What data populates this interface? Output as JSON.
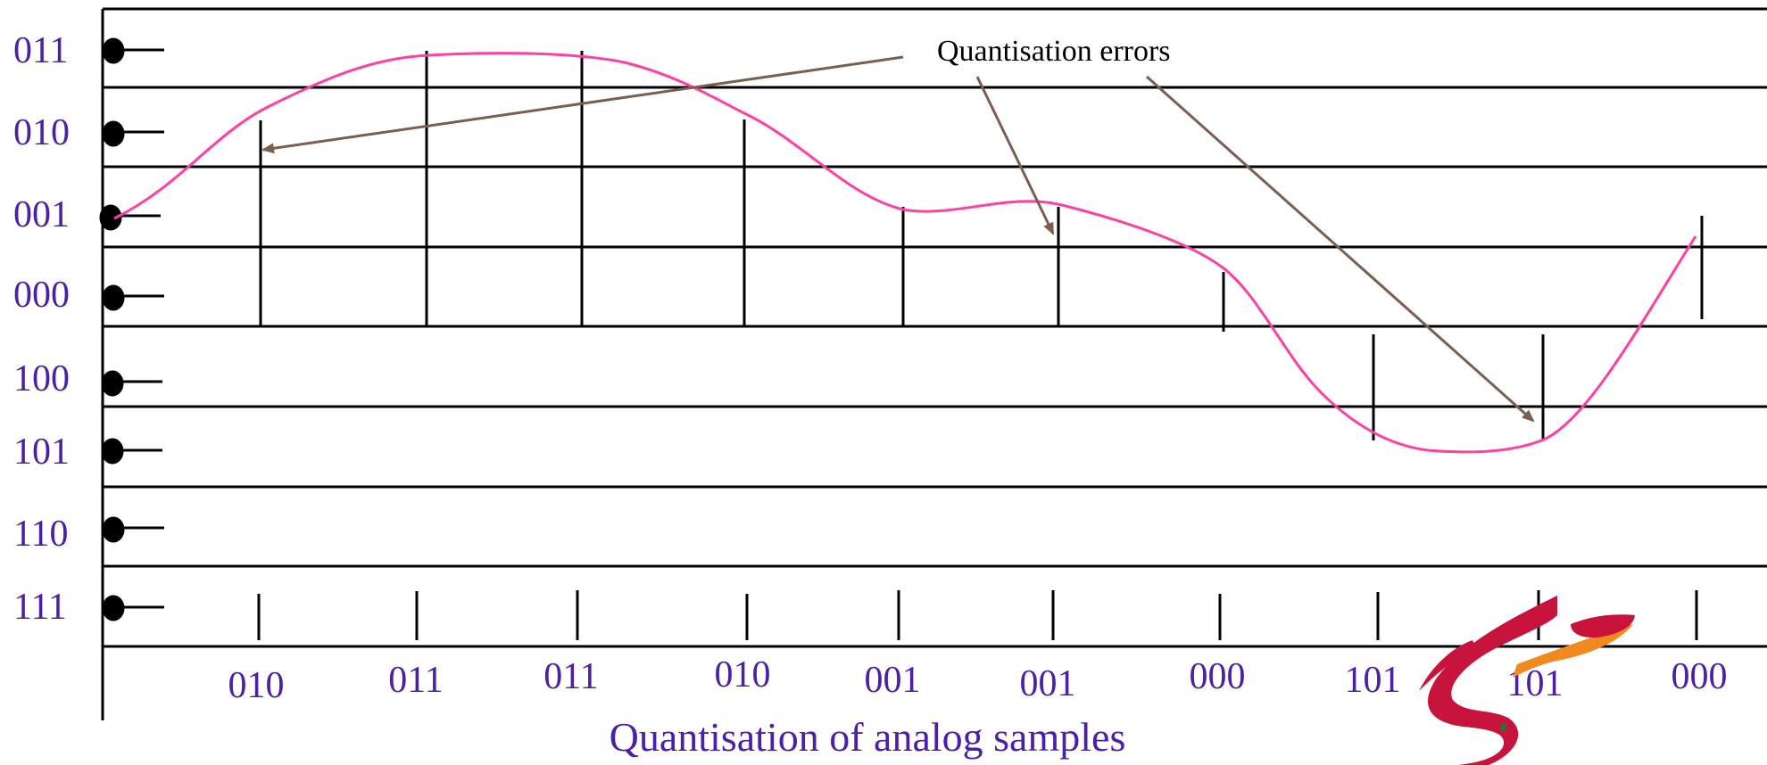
{
  "title": "Quantisation of analog samples",
  "annotation": "Quantisation errors",
  "levels": [
    "011",
    "010",
    "001",
    "000",
    "100",
    "101",
    "110",
    "111"
  ],
  "sample_codes": [
    "010",
    "011",
    "011",
    "010",
    "001",
    "001",
    "000",
    "101",
    "101",
    "000"
  ],
  "colors": {
    "label": "#4b1fa8",
    "signal": "#ff3fa4",
    "arrow": "#7b5e4f",
    "grid": "#000000",
    "logo_red": "#c8143c",
    "logo_orange": "#f08a1e"
  },
  "icons": {
    "logo": "swirl-logo-icon"
  }
}
